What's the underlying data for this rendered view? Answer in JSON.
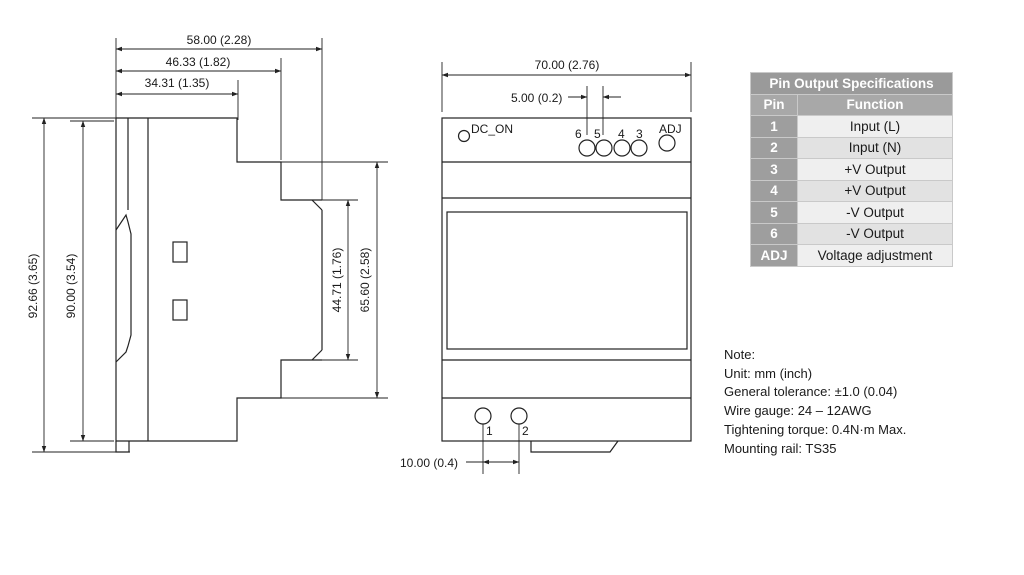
{
  "side_view": {
    "dim_top_1": "58.00 (2.28)",
    "dim_top_2": "46.33 (1.82)",
    "dim_top_3": "34.31 (1.35)",
    "dim_left_1": "92.66 (3.65)",
    "dim_left_2": "90.00 (3.54)",
    "dim_right_1": "44.71 (1.76)",
    "dim_right_2": "65.60 (2.58)"
  },
  "front_view": {
    "dim_width": "70.00 (2.76)",
    "dim_pin_pitch_top": "5.00 (0.2)",
    "dim_pin_pitch_bottom": "10.00 (0.4)",
    "dc_on_label": "DC_ON",
    "adj_label": "ADJ",
    "top_pin_labels": [
      "6",
      "5",
      "4",
      "3"
    ],
    "bottom_pin_labels": [
      "1",
      "2"
    ]
  },
  "pin_table": {
    "title": "Pin Output Specifications",
    "col_pin": "Pin",
    "col_function": "Function",
    "rows": [
      {
        "pin": "1",
        "function": "Input (L)"
      },
      {
        "pin": "2",
        "function": "Input (N)"
      },
      {
        "pin": "3",
        "function": "+V Output"
      },
      {
        "pin": "4",
        "function": "+V Output"
      },
      {
        "pin": "5",
        "function": "-V Output"
      },
      {
        "pin": "6",
        "function": "-V Output"
      },
      {
        "pin": "ADJ",
        "function": "Voltage adjustment"
      }
    ]
  },
  "notes": [
    "Note:",
    "Unit: mm (inch)",
    "General tolerance: ±1.0 (0.04)",
    "Wire gauge: 24 – 12AWG",
    "Tightening torque: 0.4N·m Max.",
    "Mounting rail: TS35"
  ]
}
